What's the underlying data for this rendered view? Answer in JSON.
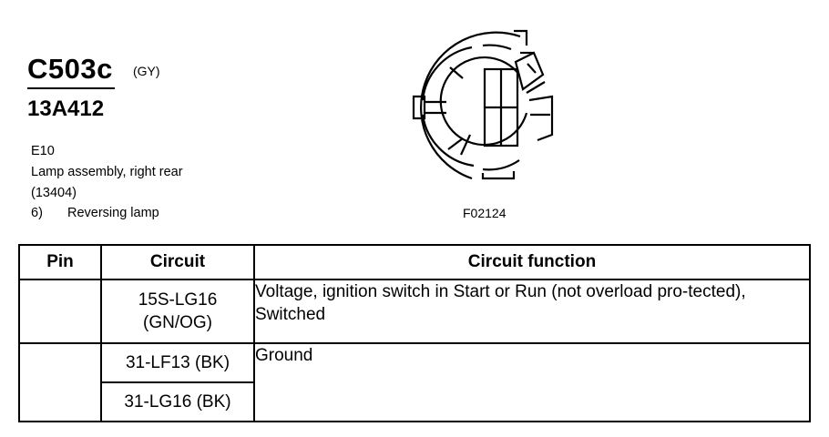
{
  "header": {
    "connector_id": "C503c",
    "connector_color": "(GY)",
    "part_number": "13A412"
  },
  "info": {
    "lines": [
      "E10",
      "Lamp assembly, right rear",
      "(13404)"
    ],
    "pin_entry": {
      "pin": "6)",
      "label": "Reversing lamp"
    }
  },
  "figure": {
    "id": "F02124"
  },
  "table": {
    "headers": {
      "pin": "Pin",
      "circuit": "Circuit",
      "function": "Circuit function"
    },
    "rows": [
      {
        "pin": "",
        "circuits": [
          "15S-LG16",
          "(GN/OG)"
        ],
        "function": "Voltage, ignition switch in Start or Run (not overload pro-tected), Switched"
      },
      {
        "pin": "",
        "circuits": [
          "31-LF13 (BK)",
          "31-LG16 (BK)"
        ],
        "function": "Ground"
      }
    ]
  }
}
